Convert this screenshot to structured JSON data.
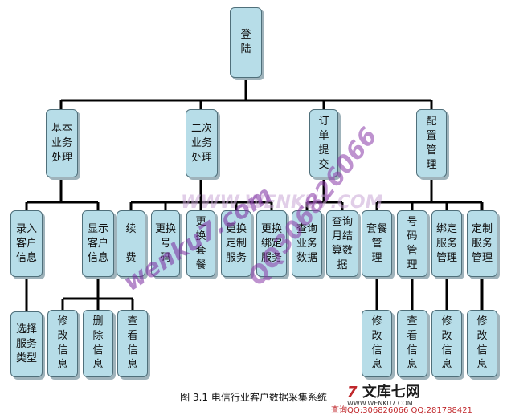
{
  "nodes": {
    "root": "登\n陆",
    "l1": [
      "基本\n业务\n处理",
      "二次\n业务\n处理",
      "订\n单\n提\n交",
      "配\n置\n管\n理"
    ],
    "l2": [
      "录入\n客户\n信息",
      "显示\n客户\n信息",
      "续\n\n费",
      "更换\n号\n码",
      "更\n换\n套\n餐",
      "更换\n定制\n服务",
      "更换\n绑定\n服务",
      "查询\n业务\n数据",
      "查询\n月结\n算数\n据",
      "套餐\n管\n理",
      "号\n码\n管\n理",
      "绑定\n服务\n管理",
      "定制\n服务\n管理"
    ],
    "l3": [
      "选择\n服务\n类型",
      "修\n改\n信\n息",
      "删\n除\n信\n息",
      "查\n看\n信\n息",
      "修\n改\n信\n息",
      "查\n看\n信\n息",
      "修\n改\n信\n息",
      "修\n改\n信\n息"
    ]
  },
  "caption": "图 3.1 电信行业客户数据采集系统",
  "watermarks": [
    "wenku7.com",
    "QQ306826066",
    "WWW.WENKU7.COM"
  ],
  "logo": {
    "seven": "7",
    "text": "文库七网",
    "url": "WWW.WENKU7.COM"
  },
  "qq_line": "查询QQ:306826066 QQ:281788421",
  "colors": {
    "node_fill": "#b7dde8",
    "node_border": "#4f6f7a",
    "line": "#000000",
    "accent_red": "#c0282c"
  }
}
